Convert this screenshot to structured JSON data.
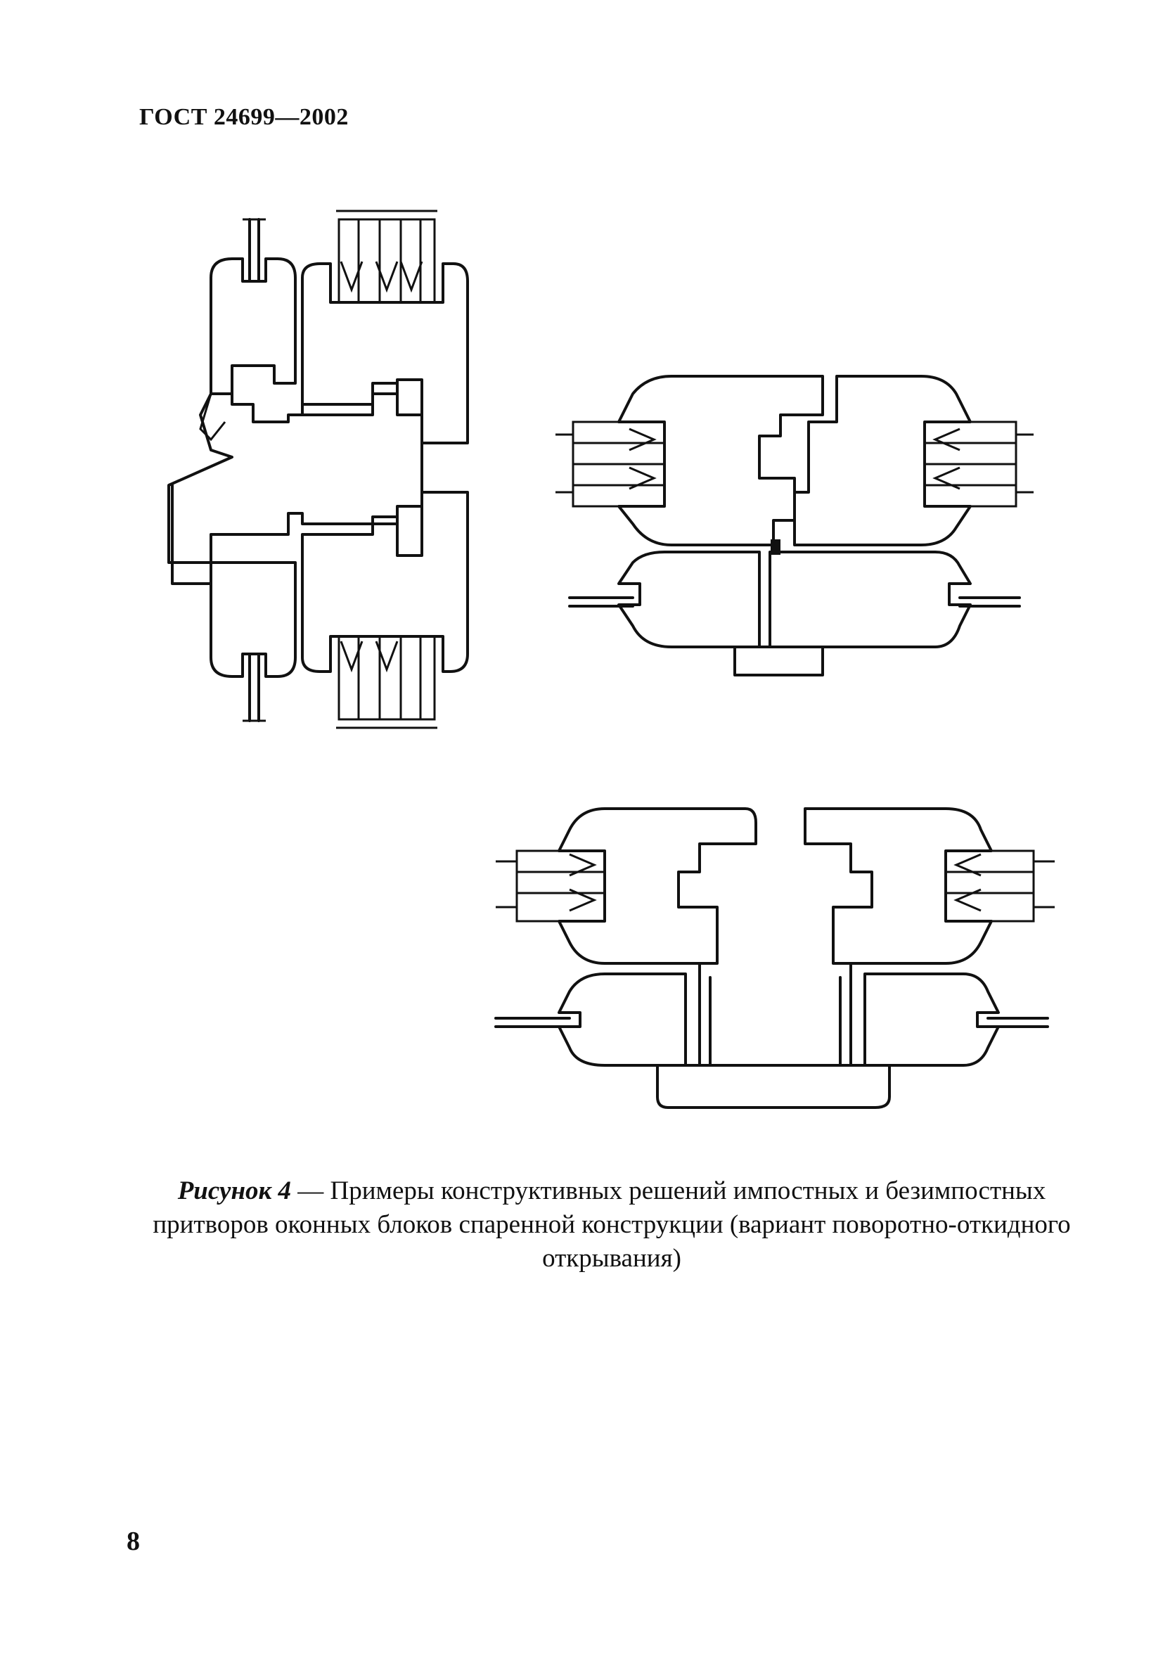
{
  "header": {
    "doc_number": "ГОСТ 24699—2002"
  },
  "figure": {
    "drawings": [
      {
        "id": "vertical-section",
        "kind": "cross-section drawing"
      },
      {
        "id": "horizontal-section-mullion",
        "kind": "cross-section drawing"
      },
      {
        "id": "horizontal-section-mullionless",
        "kind": "cross-section drawing"
      }
    ]
  },
  "caption": {
    "label": "Рисунок 4",
    "text": " — Примеры конструктивных решений импостных и безимпостных притворов оконных блоков спаренной конструкции (вариант поворотно-откидного открывания)"
  },
  "footer": {
    "page_number": "8"
  },
  "colors": {
    "ink": "#111111",
    "paper": "#ffffff"
  }
}
